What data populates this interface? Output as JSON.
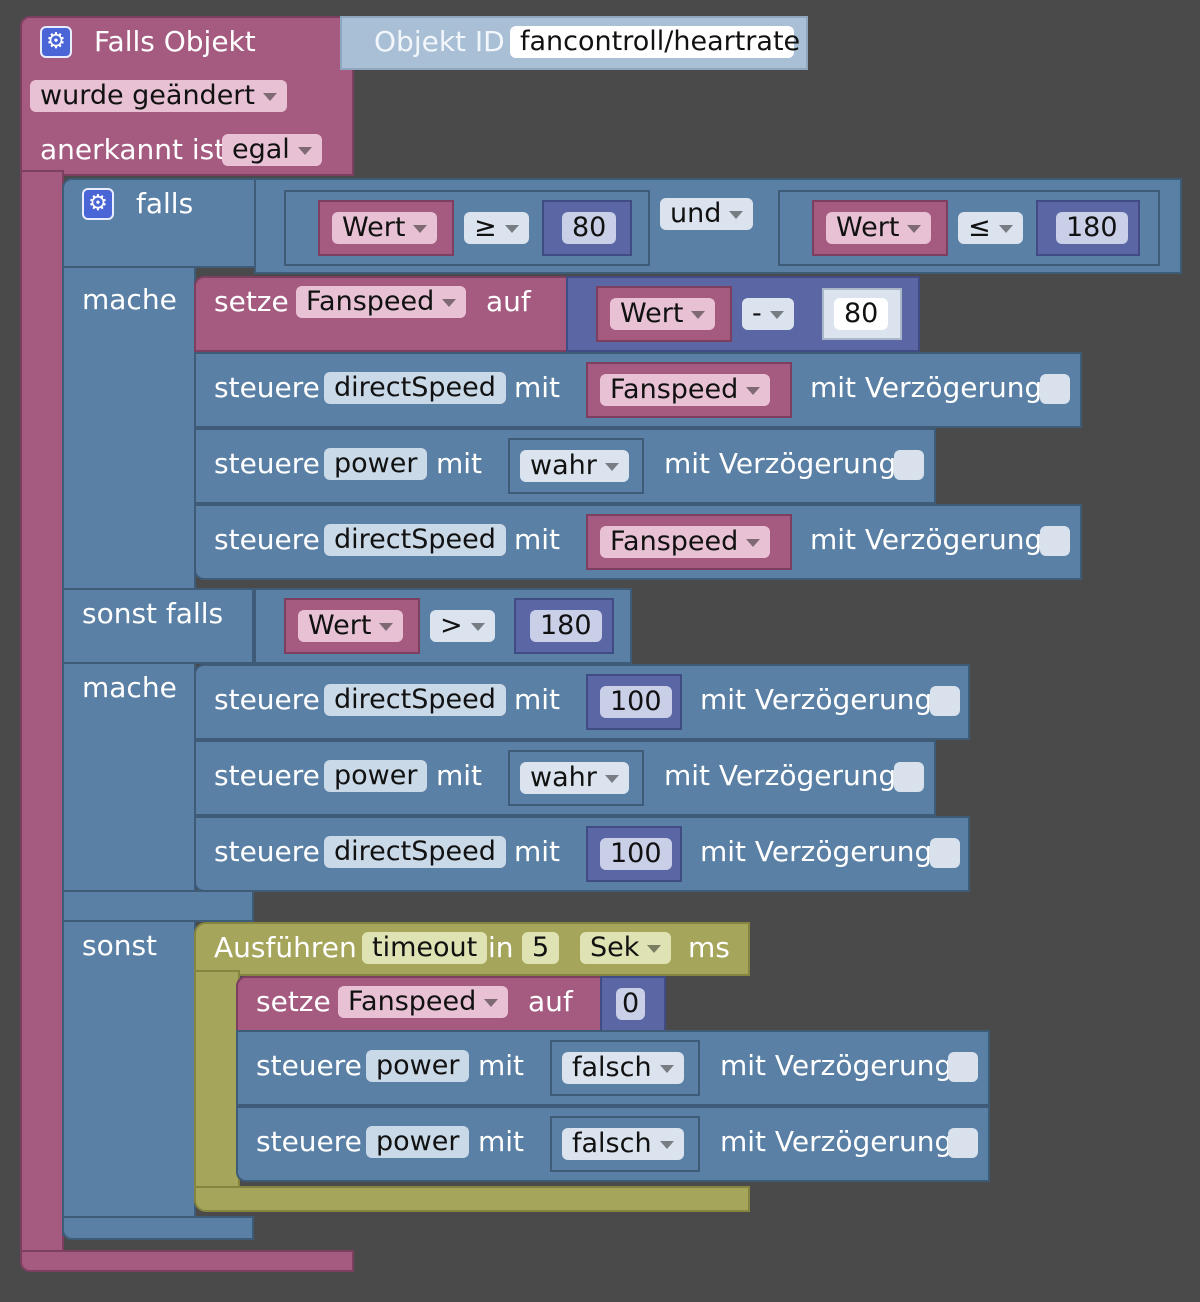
{
  "trigger": {
    "title": "Falls Objekt",
    "object_id_label": "Objekt ID",
    "object_id_value": "fancontroll/heartrate",
    "change_mode": "wurde geändert",
    "ack_label": "anerkannt ist",
    "ack_value": "egal"
  },
  "if_block": {
    "if_label": "falls",
    "cond1": {
      "var": "Wert",
      "op": "≥",
      "num": "80"
    },
    "logic_op": "und",
    "cond2": {
      "var": "Wert",
      "op": "≤",
      "num": "180"
    },
    "do_label": "mache",
    "set1": {
      "setze": "setze",
      "var": "Fanspeed",
      "auf": "auf",
      "expr_var": "Wert",
      "expr_op": "-",
      "expr_num": "80"
    },
    "ctrl1": {
      "steuere": "steuere",
      "target": "directSpeed",
      "mit": "mit",
      "value": "Fanspeed",
      "delay": "mit Verzögerung"
    },
    "ctrl2": {
      "steuere": "steuere",
      "target": "power",
      "mit": "mit",
      "value": "wahr",
      "delay": "mit Verzögerung"
    },
    "ctrl3": {
      "steuere": "steuere",
      "target": "directSpeed",
      "mit": "mit",
      "value": "Fanspeed",
      "delay": "mit Verzögerung"
    },
    "elseif_label": "sonst falls",
    "cond3": {
      "var": "Wert",
      "op": ">",
      "num": "180"
    },
    "do2_label": "mache",
    "ctrl4": {
      "steuere": "steuere",
      "target": "directSpeed",
      "mit": "mit",
      "value": "100",
      "delay": "mit Verzögerung"
    },
    "ctrl5": {
      "steuere": "steuere",
      "target": "power",
      "mit": "mit",
      "value": "wahr",
      "delay": "mit Verzögerung"
    },
    "ctrl6": {
      "steuere": "steuere",
      "target": "directSpeed",
      "mit": "mit",
      "value": "100",
      "delay": "mit Verzögerung"
    },
    "else_label": "sonst",
    "timeout": {
      "label": "Ausführen",
      "name": "timeout",
      "in": "in",
      "amount": "5",
      "unit": "Sek",
      "ms": "ms"
    },
    "set2": {
      "setze": "setze",
      "var": "Fanspeed",
      "auf": "auf",
      "value": "0"
    },
    "ctrl7": {
      "steuere": "steuere",
      "target": "power",
      "mit": "mit",
      "value": "falsch",
      "delay": "mit Verzögerung"
    },
    "ctrl8": {
      "steuere": "steuere",
      "target": "power",
      "mit": "mit",
      "value": "falsch",
      "delay": "mit Verzögerung"
    }
  },
  "colors": {
    "trigger_block": "#a55b80",
    "control_block": "#5b80a5",
    "math_block": "#5b67a5",
    "timeout_block": "#a5a55b",
    "background": "#4a4a4a"
  }
}
